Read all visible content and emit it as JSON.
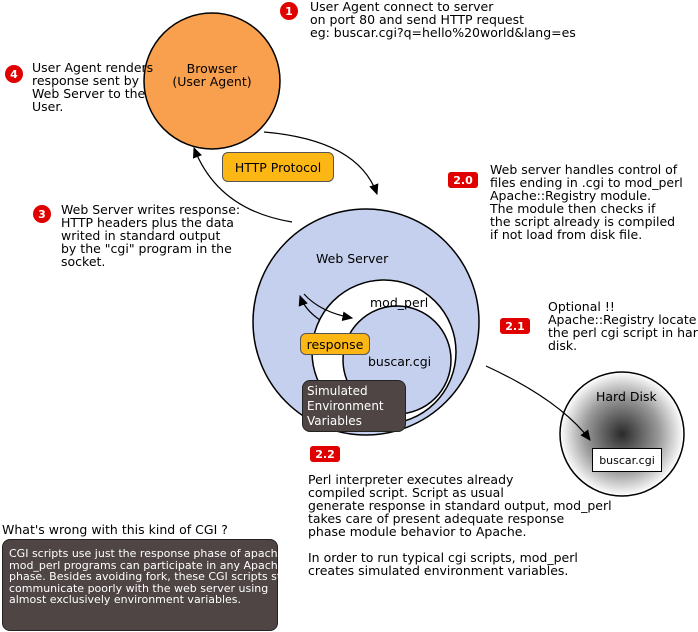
{
  "nodes": {
    "browser": "Browser\n(User Agent)",
    "web_server": "Web Server",
    "mod_perl": "mod_perl",
    "buscar": "buscar.cgi",
    "response": "response",
    "sim_env": "Simulated\nEnvironment\nVariables",
    "hard_disk": "Hard Disk",
    "hd_file": "buscar.cgi",
    "http_protocol": "HTTP Protocol"
  },
  "steps": [
    {
      "badge": "1",
      "text": "User Agent connect to server\non port 80 and send HTTP request\neg: buscar.cgi?q=hello%20world&lang=es"
    },
    {
      "badge": "4",
      "text": "User Agent renders\nresponse sent by\nWeb Server to the\nUser."
    },
    {
      "badge": "2.0",
      "text": "Web server handles control of\nfiles ending in .cgi to mod_perl\nApache::Registry module.\nThe module then checks if\nthe script already is compiled\nif not load from disk file."
    },
    {
      "badge": "3",
      "text": "Web Server writes response:\nHTTP headers plus the data\nwrited in standard output\nby the \"cgi\" program in the\nsocket."
    },
    {
      "badge": "2.1",
      "text": "Optional !!\nApache::Registry locate\nthe perl cgi script in hard\ndisk."
    },
    {
      "badge": "2.2",
      "text": "Perl interpreter executes already\ncompiled script. Script as usual\ngenerate response in standard output, mod_perl\ntakes care of present adequate response\nphase module behavior to Apache.\n\nIn order to run typical cgi scripts, mod_perl\ncreates simulated environment variables."
    }
  ],
  "question": {
    "title": "What's wrong with this kind of CGI ?",
    "body": "CGI scripts use just the response phase of apache,\nmod_perl programs can participate in any Apache\nphase. Besides avoiding fork, these CGI scripts still\ncommunicate poorly with the web server using\nalmost exclusively environment variables."
  },
  "colors": {
    "browser_fill": "#f9a04f",
    "web_server_fill": "#c4d0ee",
    "badge_red": "#e00000",
    "pill_orange": "#fdb714",
    "dark_box": "#4e4544"
  }
}
